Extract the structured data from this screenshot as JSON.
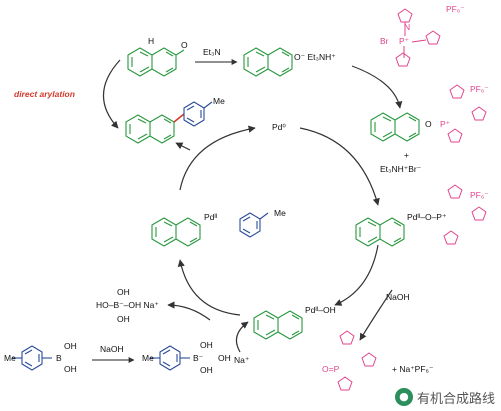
{
  "labels": {
    "direct_arylation": "direct arylation",
    "et3n": "Et₃N",
    "et3nh_plus": "O⁻ Et₃NH⁺",
    "pf6": "PF₆⁻",
    "br": "Br",
    "p_plus": "P⁺",
    "n": "N",
    "o": "O",
    "me": "Me",
    "pd0": "Pd⁰",
    "pd2": "Pdᴵᴵ",
    "plus": "+",
    "et3nhbr": "Et₃NH⁺Br⁻",
    "naoh": "NaOH",
    "borate": "HO–B⁻–OH Na⁺",
    "oh": "OH",
    "ho": "HO",
    "na_plus": "Na⁺",
    "b": "B",
    "b_minus": "B⁻",
    "pd_oh": "Pdᴵᴵ–OH",
    "pd_o_p": "Pdᴵᴵ–O–P⁺",
    "na_pf6": "+ Na⁺PF₆⁻",
    "op": "O=P",
    "nh_label": "H",
    "quinox_o": "O"
  },
  "watermark": {
    "text": "有机合成路线",
    "icon": "wechat-icon"
  },
  "colors": {
    "green": "#27983f",
    "blue": "#2a4b9a",
    "pink": "#e0428c",
    "red": "#d23a2a"
  }
}
